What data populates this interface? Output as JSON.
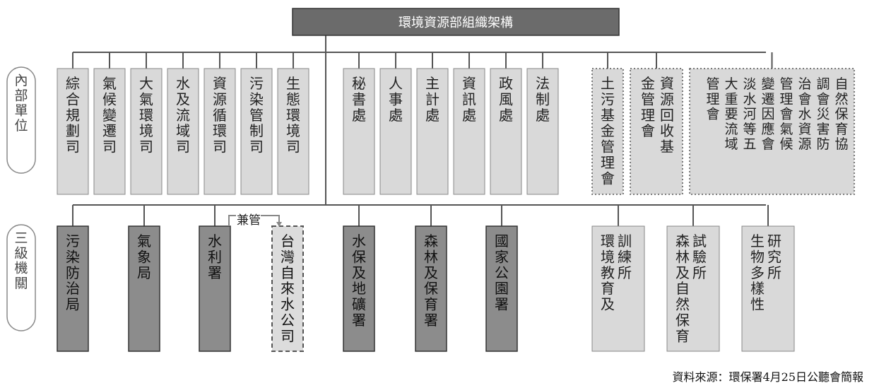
{
  "title": "環境資源部組織架構",
  "row_labels": {
    "internal": "內部單位",
    "tertiary": "三級機關"
  },
  "internal_units": [
    "綜合規劃司",
    "氣候變遷司",
    "大氣環境司",
    "水及流域司",
    "資源循環司",
    "污染管制司",
    "生態環境司",
    "秘書處",
    "人事處",
    "主計處",
    "資訊處",
    "政風處",
    "法制處"
  ],
  "internal_funds": [
    {
      "lines": [
        "土污基金管理會"
      ]
    },
    {
      "lines": [
        "資源回收基金管理會"
      ]
    },
    {
      "lines": [
        "自然保育協調會",
        "災害防治會",
        "水資源管理會",
        "氣候變遷因應會",
        "淡水河等五大重要流域管理會"
      ]
    }
  ],
  "tertiary_agencies": [
    "污染防治局",
    "氣象局",
    "水利署",
    "台灣自來水公司",
    "水保及地礦署",
    "森林及保育署",
    "國家公園署"
  ],
  "tertiary_institutes": [
    "環境教育及訓練所",
    "森林及自然保育試驗所",
    "生物多樣性研究所"
  ],
  "concurrent_label": "兼管",
  "source": "資料來源：環保署4月25日公聽會簡報",
  "colors": {
    "dark": "#8c8c8c",
    "light": "#d9d9d9",
    "line": "#555555",
    "title_bg": "#6b6b6b"
  }
}
